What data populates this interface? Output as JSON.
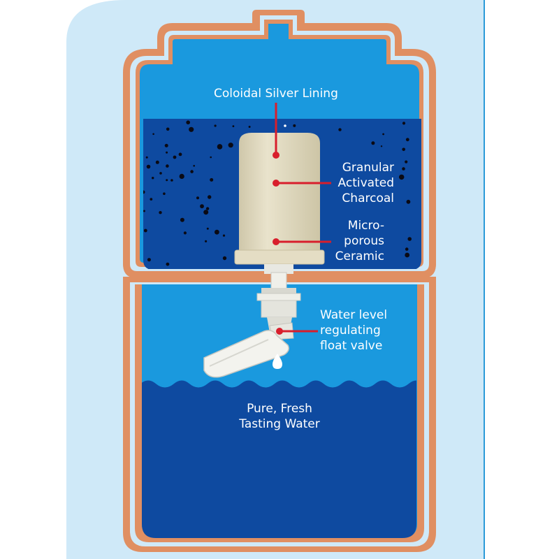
{
  "labels": {
    "silver_lining": "Coloidal Silver Lining",
    "charcoal": [
      "Granular",
      "Activated",
      "Charcoal"
    ],
    "ceramic": [
      "Micro-",
      "porous",
      "Ceramic"
    ],
    "float_valve": [
      "Water level",
      "regulating",
      "float valve"
    ],
    "water": [
      "Pure, Fresh",
      "Tasting Water"
    ]
  },
  "colors": {
    "background": "#cfe9f8",
    "container_outline": "#e08f62",
    "sky_water": "#1a99de",
    "dark_water": "#0e4aa0",
    "cartridge": "#ddd6bd",
    "pointer": "#d81e2c",
    "label_text": "#ffffff"
  }
}
